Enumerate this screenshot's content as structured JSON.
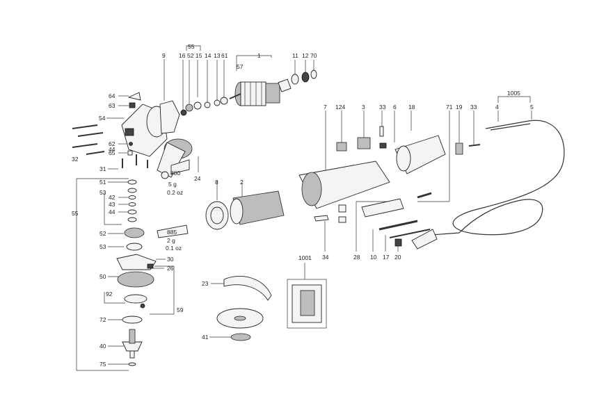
{
  "labels": {
    "p1": "1",
    "p2": "2",
    "p3": "3",
    "p4": "4",
    "p5": "5",
    "p6": "6",
    "p7": "7",
    "p8": "8",
    "p9": "9",
    "p10": "10",
    "p11": "11",
    "p12": "12",
    "p13": "13",
    "p14": "14",
    "p15": "15",
    "p16": "16",
    "p17": "17",
    "p18": "18",
    "p19": "19",
    "p20": "20",
    "p23": "23",
    "p24": "24",
    "p26": "26",
    "p28": "28",
    "p30": "30",
    "p31": "31",
    "p32": "32",
    "p33a": "33",
    "p33b": "33",
    "p34": "34",
    "p40": "40",
    "p41": "41",
    "p42": "42",
    "p43": "43",
    "p44a": "44",
    "p44b": "44",
    "p50": "50",
    "p51": "51",
    "p52a": "52",
    "p52b": "52",
    "p53a": "53",
    "p53b": "53",
    "p54": "54",
    "p55a": "55",
    "p55b": "55",
    "p57": "57",
    "p59": "59",
    "p61": "61",
    "p62": "62",
    "p63": "63",
    "p64": "64",
    "p65": "65",
    "p70": "70",
    "p71": "71",
    "p72": "72",
    "p75": "75",
    "p92": "92",
    "p124": "124",
    "p1001": "1001",
    "p1005": "1005"
  },
  "notes": {
    "n880": "880",
    "n880_w": "5 g",
    "n880_oz": "0.2 oz",
    "n885": "885",
    "n885_w": "2 g",
    "n885_oz": "0.1 oz"
  },
  "colors": {
    "line": "#333333",
    "part_fill": "#f4f4f4",
    "dark_part": "#444444"
  }
}
